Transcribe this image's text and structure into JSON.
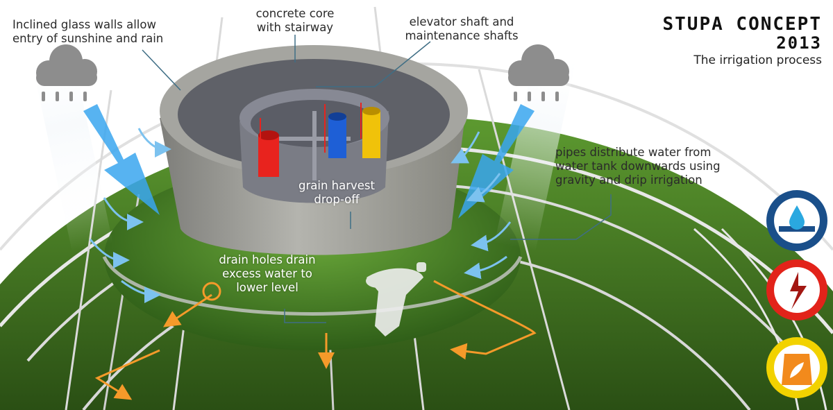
{
  "header": {
    "title_line1": "STUPA CONCEPT",
    "title_line2": "2013",
    "subtitle": "The irrigation process"
  },
  "labels": {
    "glass_walls": [
      "Inclined glass walls allow",
      "entry of sunshine and rain"
    ],
    "concrete_core": [
      "concrete core",
      "with stairway"
    ],
    "elevator": [
      "elevator shaft and",
      "maintenance shafts"
    ],
    "pipes": [
      "pipes distribute water from",
      "water tank downwards using",
      "gravity and drip irrigation"
    ],
    "grain": [
      "grain harvest",
      "drop-off"
    ],
    "drain": [
      "drain holes drain",
      "excess water to",
      "lower level"
    ]
  },
  "icons": [
    {
      "name": "water-drop-icon",
      "ring": "#1a4f8a",
      "fill": "#2aa8e0"
    },
    {
      "name": "lightning-icon",
      "ring": "#e2231a",
      "fill": "#a31712"
    },
    {
      "name": "grain-bag-icon",
      "ring": "#f2d200",
      "fill": "#f28a1c"
    }
  ],
  "colors": {
    "grass": "#4e8a2a",
    "concrete": "#9a9a96",
    "shaft_red": "#e8231e",
    "shaft_blue": "#1e5fd6",
    "shaft_yellow": "#f0c20a",
    "rain_arrow": "#3aa6ee",
    "drain_arrow": "#f59a2a"
  }
}
